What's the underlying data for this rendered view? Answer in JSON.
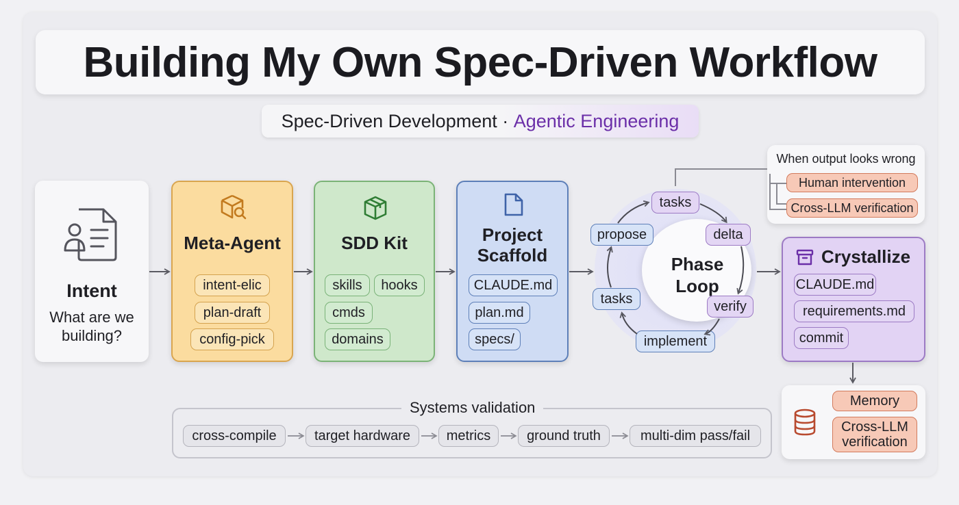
{
  "title": "Building My Own Spec-Driven Workflow",
  "subtitle": {
    "part_a": "Spec-Driven Development · ",
    "part_b": "Agentic Engineering"
  },
  "intent": {
    "title": "Intent",
    "text": "What are we building?"
  },
  "meta_agent": {
    "title": "Meta-Agent",
    "items": [
      "intent-elic",
      "plan-draft",
      "config-pick"
    ]
  },
  "sdd_kit": {
    "title": "SDD Kit",
    "items": [
      "skills",
      "hooks",
      "cmds",
      "domains"
    ]
  },
  "project_scaffold": {
    "title_line1": "Project",
    "title_line2": "Scaffold",
    "items": [
      "CLAUDE.md",
      "plan.md",
      "specs/"
    ]
  },
  "phase_loop": {
    "title_line1": "Phase",
    "title_line2": "Loop",
    "items": [
      "tasks",
      "delta",
      "verify",
      "implement",
      "tasks",
      "propose"
    ]
  },
  "escalation": {
    "heading": "When output looks wrong",
    "items": [
      "Human intervention",
      "Cross-LLM verification"
    ]
  },
  "crystallize": {
    "title": "Crystallize",
    "items": [
      "CLAUDE.md",
      "requirements.md",
      "commit"
    ]
  },
  "memory": {
    "items": [
      "Memory",
      "Cross-LLM verification"
    ]
  },
  "systems_validation": {
    "title": "Systems validation",
    "steps": [
      "cross-compile",
      "target hardware",
      "metrics",
      "ground truth",
      "multi-dim pass/fail"
    ]
  },
  "colors": {
    "yellow": "#fbdc9f",
    "green": "#cfe8cb",
    "blue": "#cfdcf4",
    "purple": "#e2d3f4",
    "orange": "#f7c9b7",
    "accent": "#6b2fa8"
  }
}
